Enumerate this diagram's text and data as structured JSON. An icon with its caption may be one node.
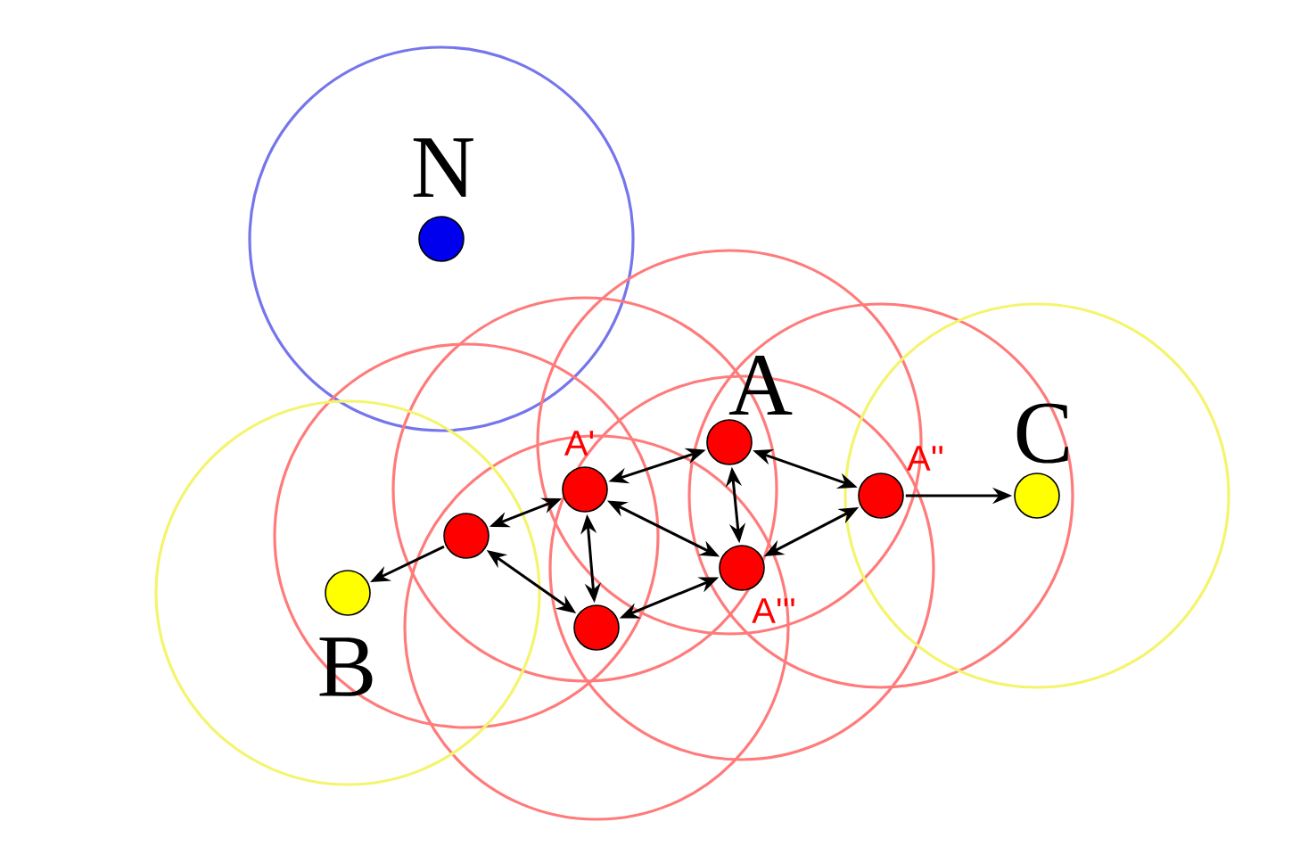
{
  "diagram": {
    "nodes": [
      {
        "text": [
          "N"
        ]
      },
      {
        "text": [
          "A"
        ]
      },
      {
        "text": [
          "A'"
        ]
      },
      {
        "text": [
          "A''"
        ]
      },
      {
        "text": [
          "A'''"
        ]
      },
      {
        "text": [],
        "shape": "circle"
      },
      {
        "text": [],
        "shape": "circle"
      },
      {
        "text": [
          "B"
        ]
      },
      {
        "text": [
          "C"
        ]
      }
    ],
    "edges": [
      {
        "from": 2,
        "to": 1,
        "arrow": "both"
      },
      {
        "from": 1,
        "to": 3,
        "arrow": "both"
      },
      {
        "from": 1,
        "to": 4,
        "arrow": "both"
      },
      {
        "from": 2,
        "to": 4,
        "arrow": "both"
      },
      {
        "from": 2,
        "to": 5,
        "arrow": "both"
      },
      {
        "from": 2,
        "to": 6,
        "arrow": "both"
      },
      {
        "from": 5,
        "to": 6,
        "arrow": "both"
      },
      {
        "from": 6,
        "to": 4,
        "arrow": "both"
      },
      {
        "from": 4,
        "to": 3,
        "arrow": "both"
      },
      {
        "from": 5,
        "to": 7,
        "arrow": "to"
      },
      {
        "from": 3,
        "to": 8,
        "arrow": "to"
      }
    ]
  }
}
